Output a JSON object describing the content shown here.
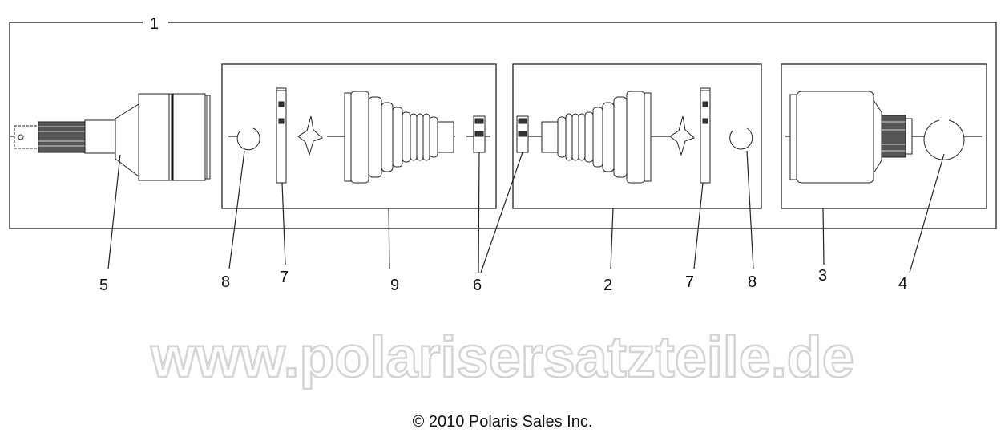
{
  "diagram": {
    "assembly_callout": "1",
    "callouts": {
      "outer_joint": "5",
      "snap_ring_left": "8",
      "clamp_left": "7",
      "boot_kit_outer": "9",
      "small_clamps": "6",
      "boot_kit_inner": "2",
      "clamp_right": "7",
      "snap_ring_right": "8",
      "inner_joint_kit": "3",
      "retaining_ring": "4"
    },
    "watermark": "www.polarisersatzteile.de",
    "copyright": "© 2010 Polaris Sales Inc."
  }
}
